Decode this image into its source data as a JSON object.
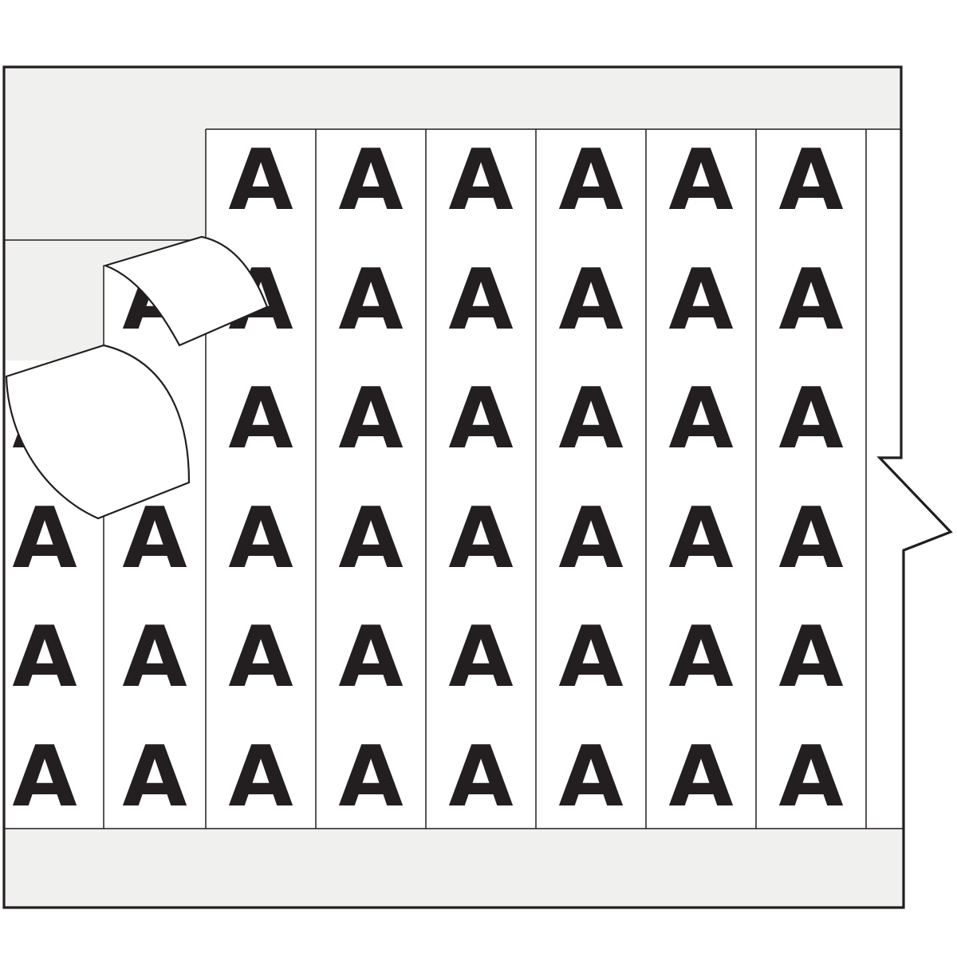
{
  "figure": {
    "kind": "wire-marker-card-illustration",
    "marker_letter": "A",
    "peeled_labels_visible": 2,
    "colors": {
      "background": "#ffffff",
      "liner_gray": "#f0f0ef",
      "label_white": "#ffffff",
      "ink": "#231f20"
    },
    "grid": {
      "columns": 8,
      "rows": 6,
      "col_centers": [
        56,
        194,
        327,
        465,
        603,
        741,
        879,
        1017
      ],
      "row_baselines": [
        262,
        412,
        561,
        711,
        860,
        1010
      ],
      "missing_cells": [
        [
          1,
          1
        ],
        [
          2,
          1
        ],
        [
          1,
          2
        ]
      ]
    }
  }
}
